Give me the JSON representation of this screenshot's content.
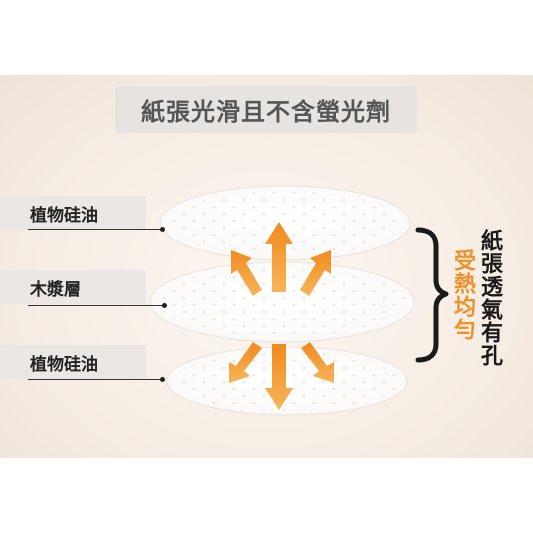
{
  "title": "紙張光滑且不含螢光劑",
  "labels": {
    "top": "植物硅油",
    "middle": "木漿層",
    "bottom": "植物硅油"
  },
  "side_text": {
    "black": "紙張透氣有孔",
    "orange": "受熱均勻"
  },
  "colors": {
    "arrow_orange": "#f39a2a",
    "accent_text_orange": "#f0902a",
    "label_bg": "#ebe7e4",
    "title_bg": "#e6e3e1"
  },
  "icons": [
    "heat-arrow-icon",
    "bracket-icon"
  ]
}
